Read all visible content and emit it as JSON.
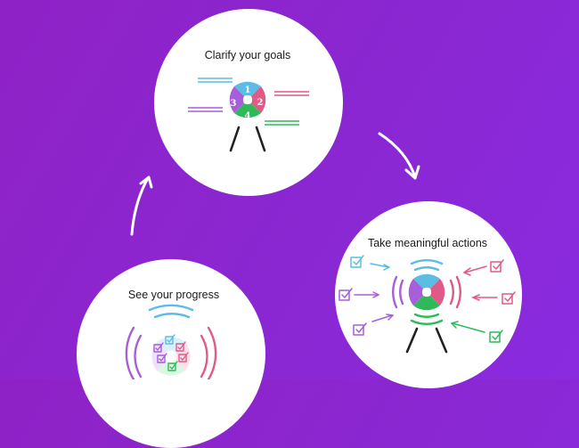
{
  "steps": {
    "goals": {
      "label": "Clarify your goals"
    },
    "actions": {
      "label": "Take meaningful actions"
    },
    "progress": {
      "label": "See your progress"
    }
  },
  "target_numbers": [
    "1",
    "2",
    "3",
    "4"
  ],
  "colors": {
    "background": "#8a27d2",
    "blue": "#5bbde4",
    "pink": "#e05a87",
    "purple": "#a65fd8",
    "green": "#2fba5a",
    "white": "#ffffff"
  }
}
